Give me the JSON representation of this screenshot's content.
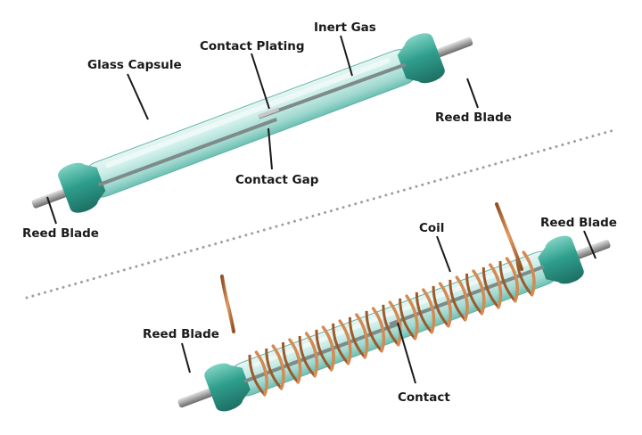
{
  "top_diagram": {
    "labels": {
      "glass_capsule": "Glass Capsule",
      "contact_plating": "Contact Plating",
      "inert_gas": "Inert Gas",
      "reed_blade_right": "Reed Blade",
      "contact_gap": "Contact Gap",
      "reed_blade_left": "Reed Blade"
    }
  },
  "bottom_diagram": {
    "labels": {
      "coil": "Coil",
      "reed_blade_right": "Reed Blade",
      "reed_blade_left": "Reed Blade",
      "contact": "Contact"
    }
  },
  "colors": {
    "glass": "#bfe6e2",
    "glass_dark": "#3aa596",
    "end_cap": "#2f9e8c",
    "metal": "#9a9a9a",
    "copper": "#c97c45",
    "divider": "#9a9a9a",
    "text": "#1a1a1a"
  }
}
